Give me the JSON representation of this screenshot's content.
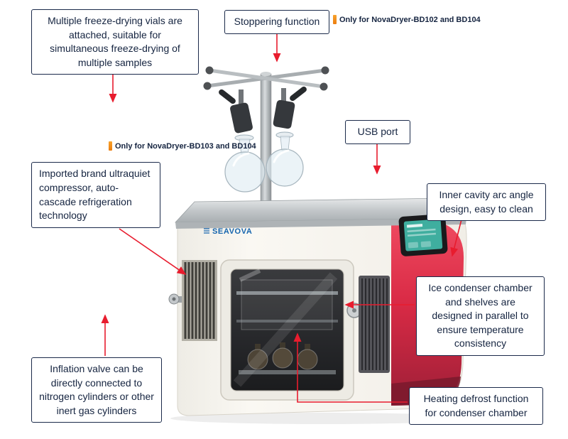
{
  "colors": {
    "accent_red": "#e81c2e",
    "callout_border": "#1b2a4a",
    "callout_text": "#152440",
    "note_orange": "#ec7d0e",
    "brand_blue": "#1565ae",
    "machine_red": "#d92a45",
    "machine_red_dark": "#7c1a2d",
    "screen_teal": "#3fae9f"
  },
  "callouts": {
    "vials": "Multiple freeze-drying vials are attached, suitable for simultaneous freeze-drying of multiple samples",
    "stoppering": "Stoppering function",
    "compressor": "Imported brand ultraquiet compressor, auto-cascade refrigeration technology",
    "usb_port": "USB port",
    "inner_cavity": "Inner cavity arc angle design, easy to clean",
    "ice_condenser": "Ice condenser chamber and shelves are designed in parallel to ensure temperature consistency",
    "inflation_valve": "Inflation valve can be directly connected to nitrogen cylinders or other inert gas cylinders",
    "defrost": "Heating defrost function for condenser chamber"
  },
  "notes": {
    "stoppering_models": "Only for NovaDryer-BD102 and BD104",
    "vials_models": "Only for NovaDryer-BD103 and BD104"
  },
  "machine": {
    "brand": "SEAVOVA"
  }
}
